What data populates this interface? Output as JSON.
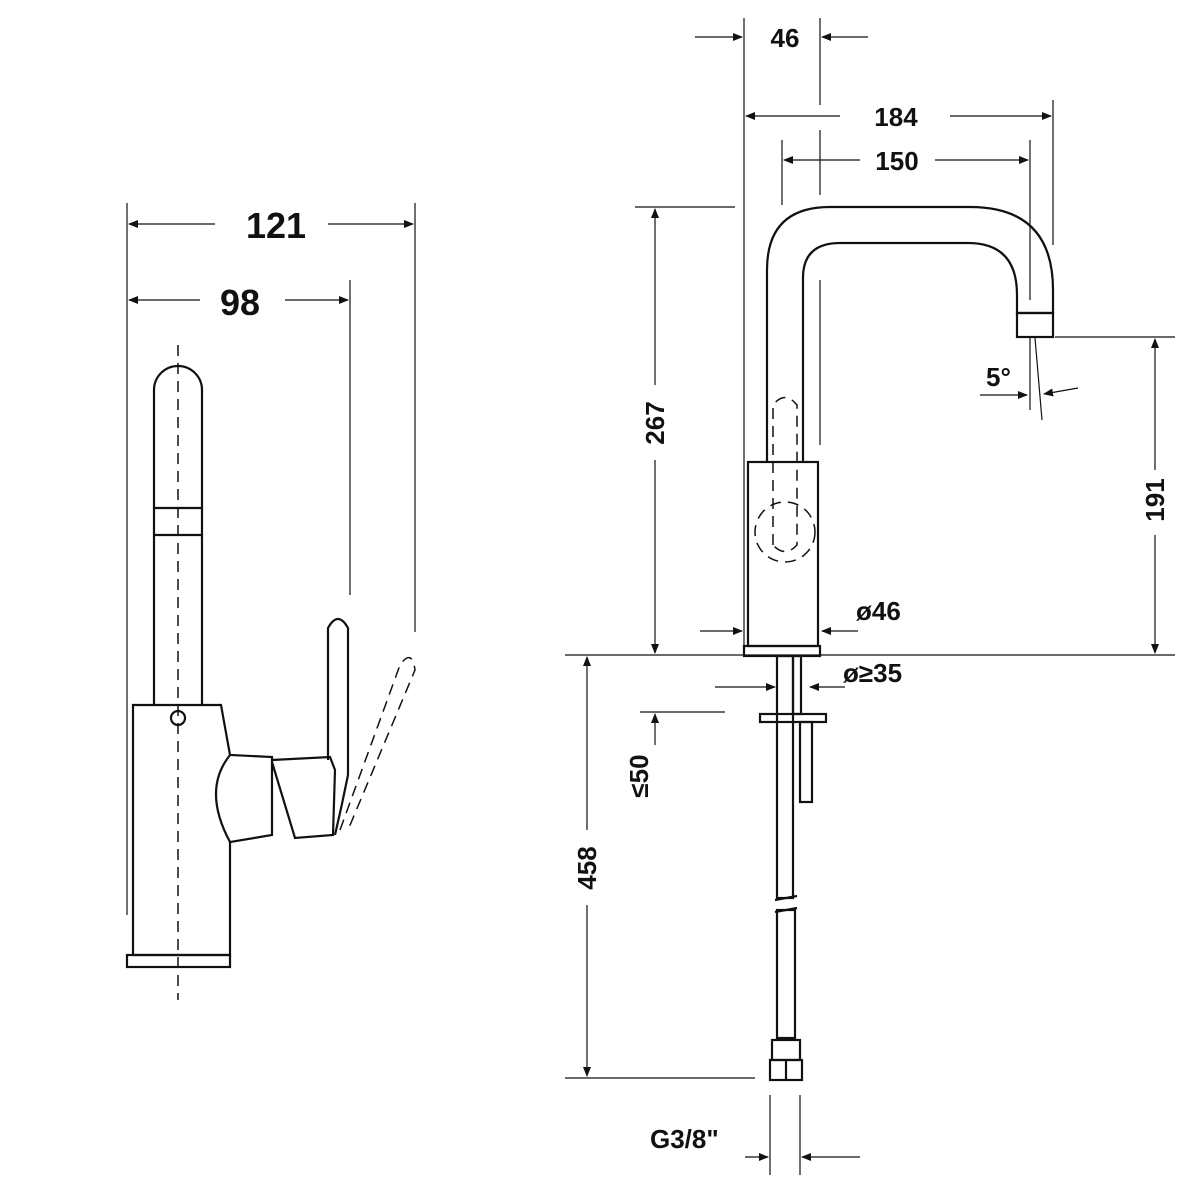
{
  "drawing": {
    "side_view": {
      "dimensions": {
        "total_depth": "121",
        "spout_depth": "98"
      }
    },
    "front_view": {
      "dimensions": {
        "body_diameter_top": "46",
        "spout_reach": "184",
        "spout_inner_reach": "150",
        "tap_height": "267",
        "outlet_height": "191",
        "spout_angle": "5°",
        "base_diameter": "ø46",
        "hole_diameter": "ø≥35",
        "max_deck_thickness": "≤50",
        "hose_length": "458",
        "connection_thread": "G3/8\""
      }
    }
  }
}
